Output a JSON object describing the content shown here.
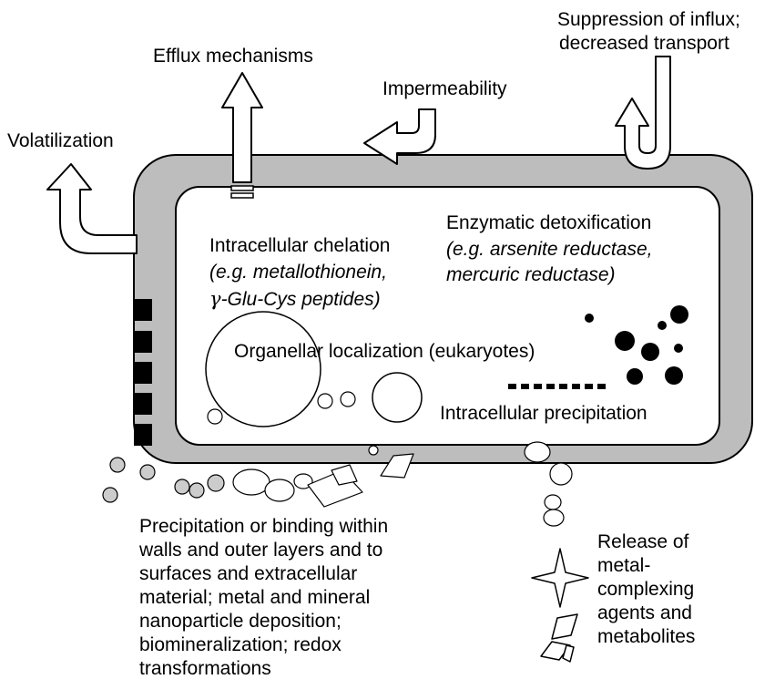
{
  "labels": {
    "volatilization": "Volatilization",
    "efflux": "Efflux mechanisms",
    "impermeability": "Impermeability",
    "suppression_line1": "Suppression of influx;",
    "suppression_line2": "decreased transport",
    "enzymatic_title": "Enzymatic detoxification",
    "enzymatic_ex1": "(e.g. arsenite reductase,",
    "enzymatic_ex2": "mercuric reductase)",
    "chelation_title": "Intracellular chelation",
    "chelation_ex1": "(e.g. metallothionein,",
    "chelation_ex2_symbol": "γ",
    "chelation_ex2_text": "-Glu-Cys peptides)",
    "organellar": "Organellar localization (eukaryotes)",
    "precipitation": "Intracellular precipitation",
    "extracellular_lines": [
      "Precipitation or binding within",
      "walls and outer layers and to",
      "surfaces and extracellular",
      "material; metal and mineral",
      "nanoparticle deposition;",
      "biomineralization; redox",
      "transformations"
    ],
    "release_lines": [
      "Release of",
      "metal-",
      "complexing",
      "agents and",
      "metabolites"
    ]
  },
  "colors": {
    "wall": "#bdbdbd",
    "outline": "#000000",
    "interior": "#ffffff",
    "particle": "#cccccc",
    "dark": "#000000"
  }
}
